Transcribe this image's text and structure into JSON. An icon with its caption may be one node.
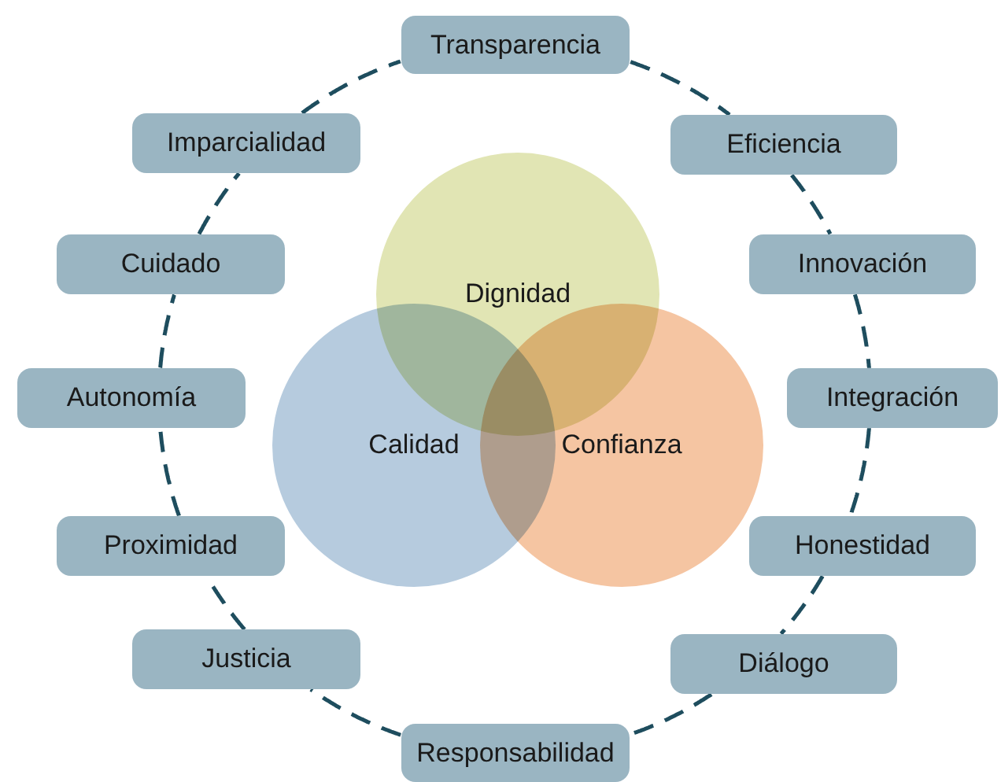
{
  "diagram": {
    "nodes": [
      {
        "text": [
          "Transparencia"
        ]
      },
      {
        "text": [
          "Eficiencia"
        ]
      },
      {
        "text": [
          "Innovación"
        ]
      },
      {
        "text": [
          "Integración"
        ]
      },
      {
        "text": [
          "Honestidad"
        ]
      },
      {
        "text": [
          "Diálogo"
        ]
      },
      {
        "text": [
          "Responsabilidad"
        ]
      },
      {
        "text": [
          "Justicia"
        ]
      },
      {
        "text": [
          "Proximidad"
        ]
      },
      {
        "text": [
          "Autonomía"
        ]
      },
      {
        "text": [
          "Cuidado"
        ]
      },
      {
        "text": [
          "Imparcialidad"
        ]
      },
      {
        "text": [
          "Dignidad"
        ]
      },
      {
        "text": [
          "Calidad"
        ]
      },
      {
        "text": [
          "Confianza"
        ]
      }
    ],
    "edges": [
      {
        "from": 0,
        "to": 1,
        "arrow": "none",
        "style": "dashed"
      },
      {
        "from": 1,
        "to": 2,
        "arrow": "none",
        "style": "dashed"
      },
      {
        "from": 2,
        "to": 3,
        "arrow": "none",
        "style": "dashed"
      },
      {
        "from": 3,
        "to": 4,
        "arrow": "none",
        "style": "dashed"
      },
      {
        "from": 4,
        "to": 5,
        "arrow": "none",
        "style": "dashed"
      },
      {
        "from": 5,
        "to": 6,
        "arrow": "none",
        "style": "dashed"
      },
      {
        "from": 6,
        "to": 7,
        "arrow": "none",
        "style": "dashed"
      },
      {
        "from": 7,
        "to": 8,
        "arrow": "none",
        "style": "dashed"
      },
      {
        "from": 8,
        "to": 9,
        "arrow": "none",
        "style": "dashed"
      },
      {
        "from": 9,
        "to": 10,
        "arrow": "none",
        "style": "dashed"
      },
      {
        "from": 10,
        "to": 11,
        "arrow": "none",
        "style": "dashed"
      },
      {
        "from": 11,
        "to": 0,
        "arrow": "none",
        "style": "dashed"
      }
    ]
  }
}
